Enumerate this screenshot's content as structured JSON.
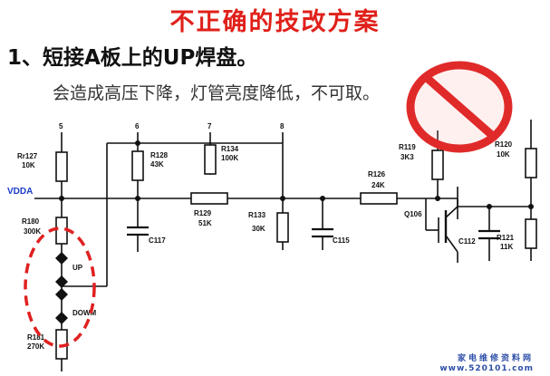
{
  "slide": {
    "title": "不正确的技改方案",
    "heading": "1、短接A板上的UP焊盘。",
    "description": "会造成高压下降，灯管亮度降低，不可取。"
  },
  "schematic": {
    "net_label": "VDDA",
    "pins": [
      "5",
      "6",
      "7",
      "8"
    ],
    "components": {
      "r127": {
        "ref": "Rr127",
        "value": "10K"
      },
      "r128": {
        "ref": "R128",
        "value": "43K"
      },
      "r134": {
        "ref": "R134",
        "value": "100K"
      },
      "r129": {
        "ref": "R129",
        "value": "51K"
      },
      "r133": {
        "ref": "R133",
        "value": "30K"
      },
      "c117": {
        "ref": "C117"
      },
      "c115": {
        "ref": "C115"
      },
      "r180": {
        "ref": "R180",
        "value": "300K"
      },
      "r181": {
        "ref": "R181",
        "value": "270K"
      },
      "r126": {
        "ref": "R126",
        "value": "24K"
      },
      "r119": {
        "ref": "R119",
        "value": "3K3"
      },
      "r120": {
        "ref": "R120",
        "value": "10K"
      },
      "q106": {
        "ref": "Q106"
      },
      "c112": {
        "ref": "C112"
      },
      "r121": {
        "ref": "R121",
        "value": "11K"
      }
    },
    "pads": {
      "up": "UP",
      "down": "DOWM"
    }
  },
  "footer": {
    "site_name": "家电维修资料网",
    "url": "www.520101.com"
  },
  "colors": {
    "title": "#e0201a",
    "net": "#1a3cc8",
    "highlight_ellipse": "#e02020",
    "no_sign": "#e02a2a",
    "footer": "#2e4fa8"
  }
}
